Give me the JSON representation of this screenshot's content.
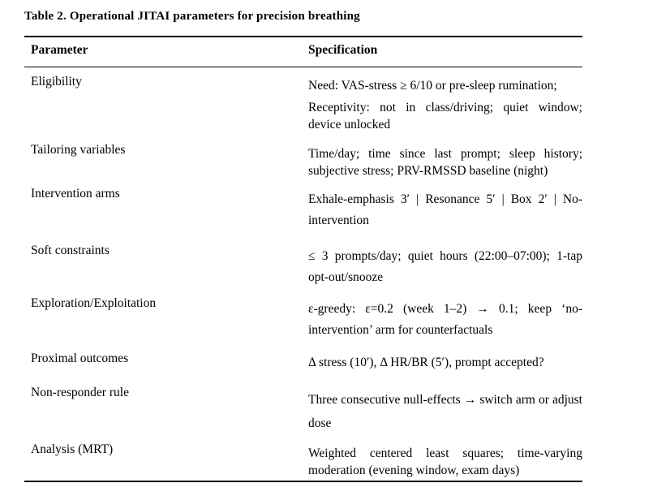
{
  "title": "Table 2. Operational JITAI parameters for precision breathing",
  "table": {
    "headers": [
      "Parameter",
      "Specification"
    ],
    "rows": [
      {
        "parameter": "Eligibility",
        "specification": [
          "Need: VAS-stress ≥ 6/10 or pre-sleep rumination;",
          "Receptivity: not in class/driving; quiet window; device unlocked"
        ]
      },
      {
        "parameter": "Tailoring variables",
        "specification": [
          "Time/day; time since last prompt; sleep history; subjective stress; PRV-RMSSD baseline (night)"
        ]
      },
      {
        "parameter": "Intervention arms",
        "specification": [
          "Exhale-emphasis 3′ | Resonance 5′ | Box 2′ | No-intervention"
        ]
      },
      {
        "parameter": "Soft constraints",
        "specification": [
          "≤ 3 prompts/day; quiet hours (22:00–07:00); 1-tap opt-out/snooze"
        ]
      },
      {
        "parameter": "Exploration/Exploitation",
        "specification": [
          "ε-greedy: ε=0.2 (week 1–2) → 0.1; keep ‘no-intervention’ arm for counterfactuals"
        ]
      },
      {
        "parameter": "Proximal outcomes",
        "specification": [
          "Δ stress (10′), Δ HR/BR (5′), prompt accepted?"
        ]
      },
      {
        "parameter": "Non-responder rule",
        "specification": [
          "Three consecutive null-effects → switch arm or adjust dose"
        ]
      },
      {
        "parameter": "Analysis (MRT)",
        "specification": [
          "Weighted centered least squares; time-varying moderation (evening window, exam days)"
        ]
      }
    ]
  }
}
